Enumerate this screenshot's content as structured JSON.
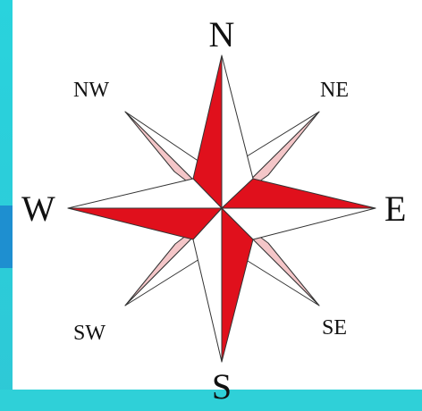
{
  "compass": {
    "north": "N",
    "south": "S",
    "east": "E",
    "west": "W",
    "northeast": "NE",
    "northwest": "NW",
    "southeast": "SE",
    "southwest": "SW"
  },
  "colors": {
    "primary_red": "#e0101c",
    "light_pink": "#f4c6c8",
    "outline": "#333333",
    "background": "#33d7dc",
    "accent_blue": "#1e8fd0"
  }
}
